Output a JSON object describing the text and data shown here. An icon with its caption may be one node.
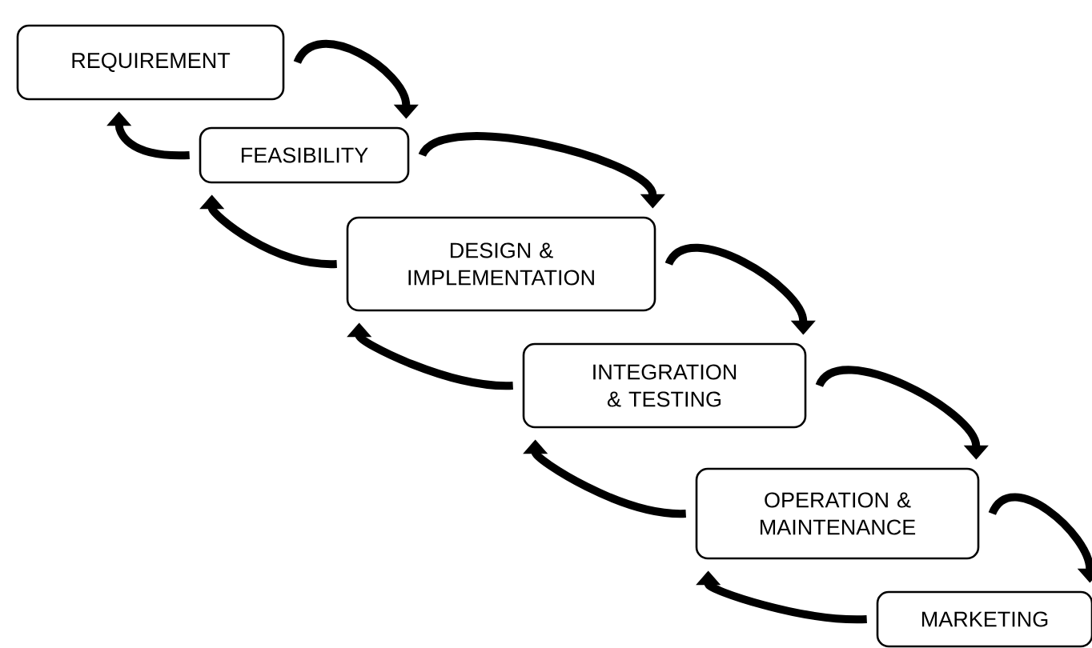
{
  "diagram": {
    "nodes": [
      {
        "text": [
          "REQUIREMENT"
        ]
      },
      {
        "text": [
          "FEASIBILITY"
        ]
      },
      {
        "text": [
          "DESIGN & IMPLEMENTATION"
        ]
      },
      {
        "text": [
          "INTEGRATION & TESTING"
        ]
      },
      {
        "text": [
          "OPERATION & MAINTENANCE"
        ]
      },
      {
        "text": [
          "MARKETING"
        ]
      }
    ],
    "edges": [
      {
        "from": 0,
        "to": 1,
        "arrow": "to"
      },
      {
        "from": 1,
        "to": 0,
        "arrow": "to"
      },
      {
        "from": 1,
        "to": 2,
        "arrow": "to"
      },
      {
        "from": 2,
        "to": 1,
        "arrow": "to"
      },
      {
        "from": 2,
        "to": 3,
        "arrow": "to"
      },
      {
        "from": 3,
        "to": 2,
        "arrow": "to"
      },
      {
        "from": 3,
        "to": 4,
        "arrow": "to"
      },
      {
        "from": 4,
        "to": 3,
        "arrow": "to"
      },
      {
        "from": 4,
        "to": 5,
        "arrow": "to"
      },
      {
        "from": 5,
        "to": 4,
        "arrow": "to"
      }
    ]
  }
}
